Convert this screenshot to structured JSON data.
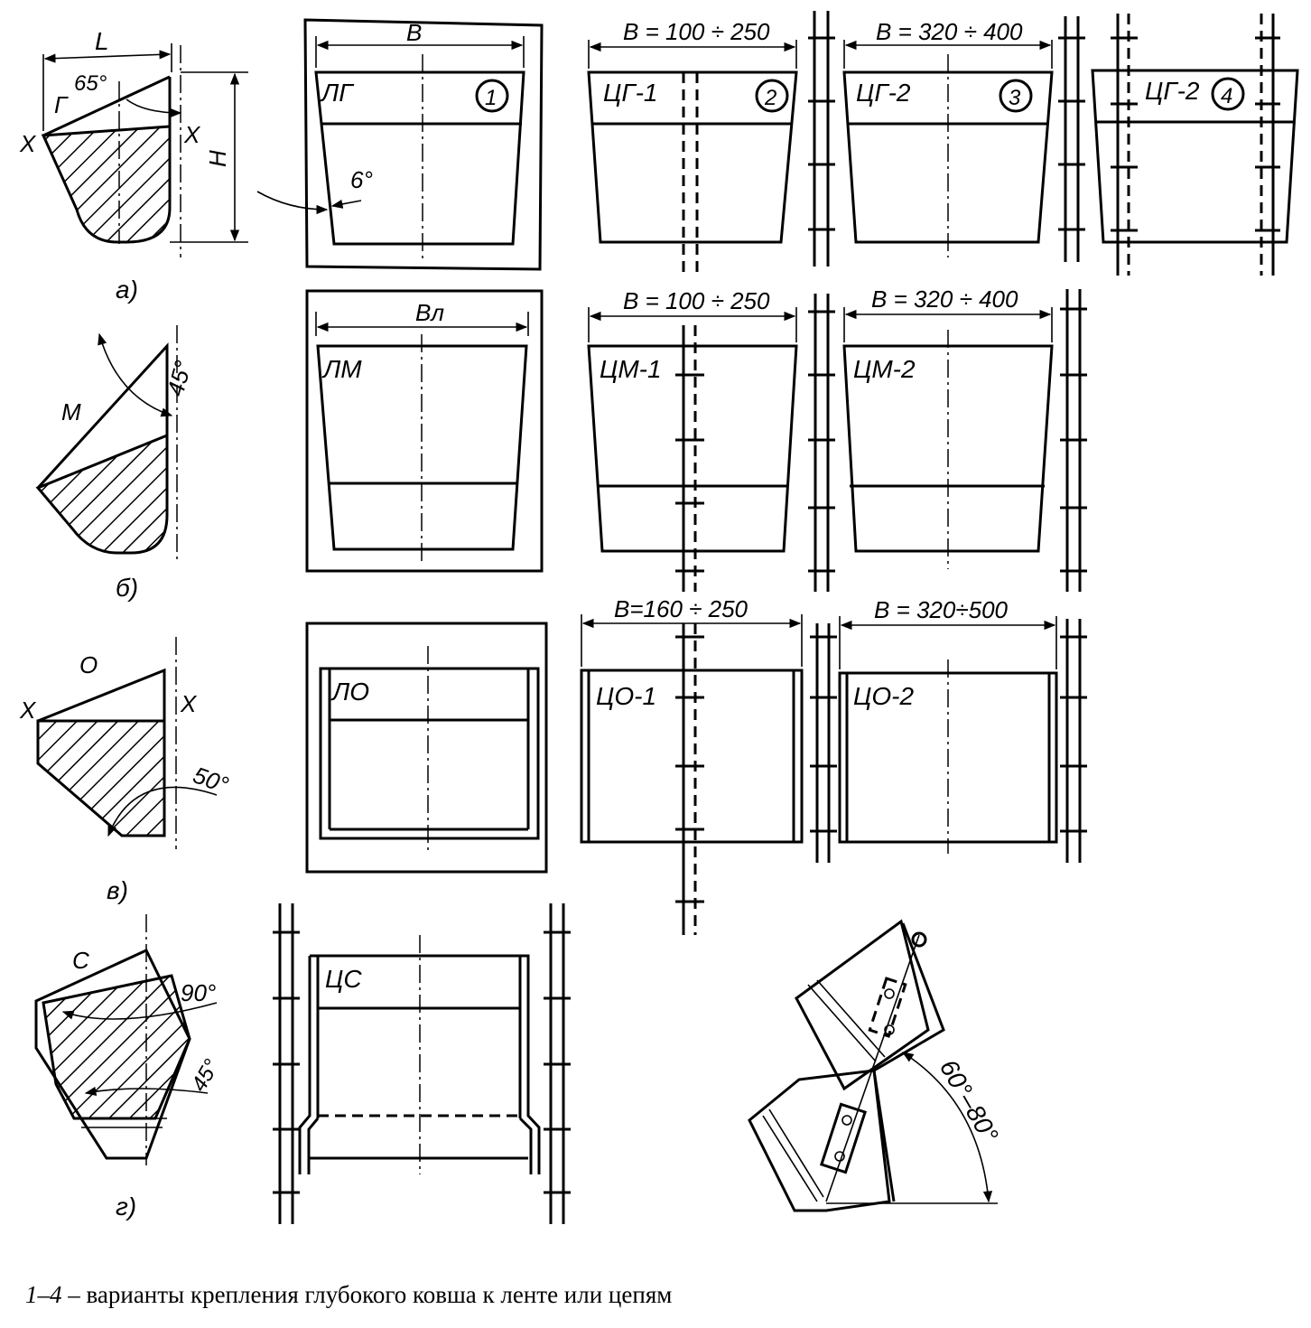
{
  "profiles": {
    "a": {
      "letter": "а)",
      "type": "Г",
      "L": "L",
      "H": "H",
      "x_left": "X",
      "x_right": "X",
      "angle": "65°"
    },
    "b": {
      "letter": "б)",
      "type": "М",
      "angle": "45°"
    },
    "v": {
      "letter": "в)",
      "type": "О",
      "x_left": "X",
      "x_right": "X",
      "angle": "50°"
    },
    "g": {
      "letter": "г)",
      "type": "С",
      "angle_top": "90°",
      "angle_bottom": "45°"
    }
  },
  "buckets": {
    "lg": {
      "label": "ЛГ",
      "dim": "B",
      "angle": "6°",
      "num": "1"
    },
    "cg1": {
      "label": "ЦГ-1",
      "dim": "B = 100 ÷ 250",
      "num": "2"
    },
    "cg2": {
      "label": "ЦГ-2",
      "dim": "B = 320 ÷ 400",
      "num": "3"
    },
    "cg2b": {
      "label": "ЦГ-2",
      "num": "4"
    },
    "lm": {
      "label": "ЛМ",
      "dim": "Bл"
    },
    "cm1": {
      "label": "ЦМ-1",
      "dim": "B = 100 ÷ 250"
    },
    "cm2": {
      "label": "ЦМ-2",
      "dim": "B = 320 ÷ 400"
    },
    "lo": {
      "label": "ЛО"
    },
    "co1": {
      "label": "ЦО-1",
      "dim": "B=160 ÷ 250"
    },
    "co2": {
      "label": "ЦО-2",
      "dim": "B = 320÷500"
    },
    "cs": {
      "label": "ЦС"
    }
  },
  "mounting_angle": "60°–80°",
  "caption": {
    "numbers": "1–4",
    "text": " – варианты крепления глубокого ковша к ленте или цепям"
  }
}
